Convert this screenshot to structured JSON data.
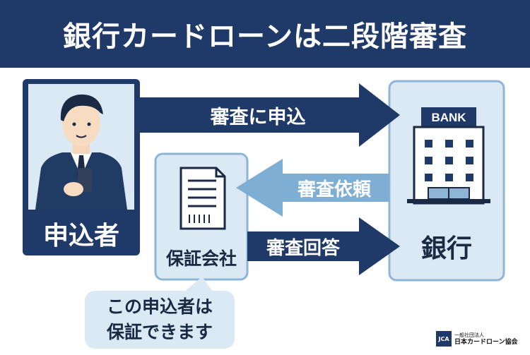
{
  "title": "銀行カードローンは二段階審査",
  "applicant": {
    "label": "申込者"
  },
  "guarantor": {
    "label": "保証会社"
  },
  "bank": {
    "label": "銀行",
    "sign": "BANK"
  },
  "arrows": {
    "apply": "審査に申込",
    "request": "審査依頼",
    "answer": "審査回答"
  },
  "bubble": {
    "line1": "この申込者は",
    "line2": "保証できます"
  },
  "logo": {
    "mark": "JCA",
    "line1": "一般社団法人",
    "line2": "日本カードローン協会"
  },
  "colors": {
    "navy": "#1f3a68",
    "light_panel": "#dbe9f5",
    "panel_border": "#8fb5d6",
    "light_arrow": "#7eaed3"
  }
}
